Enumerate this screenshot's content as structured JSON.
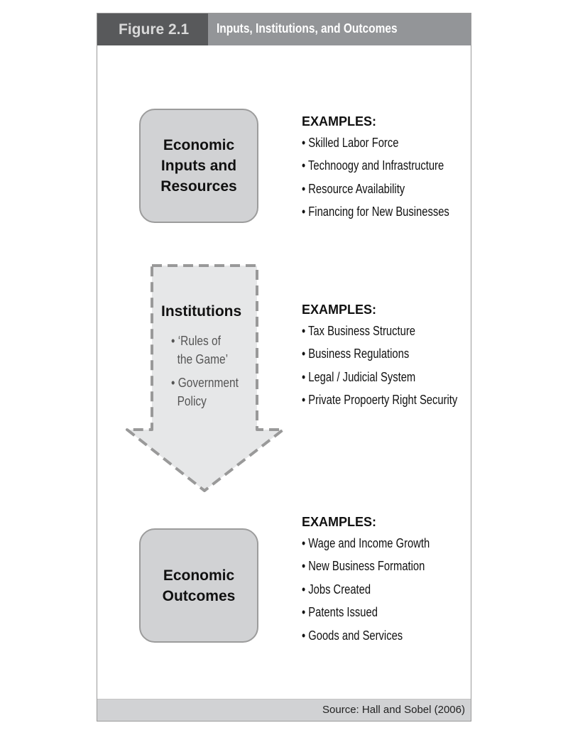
{
  "header": {
    "figure_number": "Figure 2.1",
    "title": "Inputs, Institutions, and Outcomes"
  },
  "inputs": {
    "label_lines": [
      "Economic",
      "Inputs and",
      "Resources"
    ],
    "examples_heading": "EXAMPLES:",
    "examples": [
      "• Skilled Labor Force",
      "• Technoogy and Infrastructure",
      "• Resource Availability",
      "• Financing for New Businesses"
    ]
  },
  "institutions": {
    "label": "Institutions",
    "items": [
      [
        "• ‘Rules of",
        "the Game’"
      ],
      [
        "• Government",
        "Policy"
      ]
    ],
    "examples_heading": "EXAMPLES:",
    "examples": [
      "• Tax Business Structure",
      "• Business Regulations",
      "• Legal / Judicial System",
      "• Private Propoerty Right Security"
    ]
  },
  "outcomes": {
    "label_lines": [
      "Economic",
      "Outcomes"
    ],
    "examples_heading": "EXAMPLES:",
    "examples": [
      "• Wage and Income Growth",
      "• New Business Formation",
      "• Jobs Created",
      "• Patents Issued",
      "• Goods and Services"
    ]
  },
  "footer": {
    "source": "Source: Hall and Sobel (2006)"
  }
}
